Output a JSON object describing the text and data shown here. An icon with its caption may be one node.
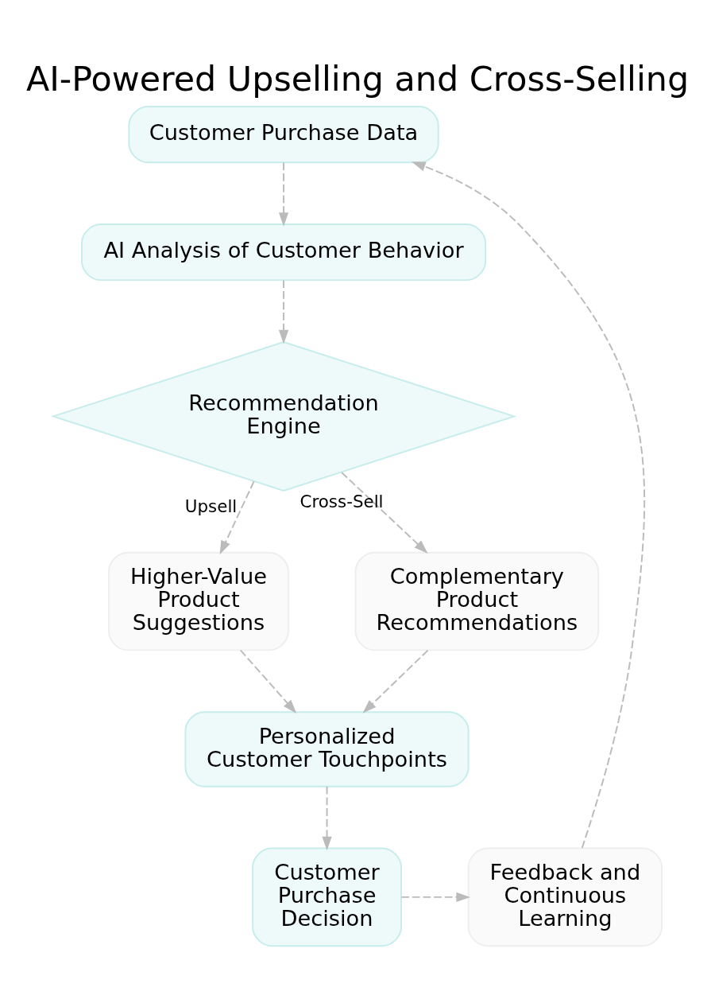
{
  "diagram": {
    "title": "AI-Powered Upselling and Cross-Selling",
    "nodes": [
      {
        "text": [
          "Customer Purchase Data"
        ]
      },
      {
        "text": [
          "AI Analysis of Customer Behavior"
        ]
      },
      {
        "text": [
          "Recommendation Engine"
        ]
      },
      {
        "text": [
          "Higher-Value Product Suggestions"
        ]
      },
      {
        "text": [
          "Complementary Product Recommendations"
        ]
      },
      {
        "text": [
          "Personalized Customer Touchpoints"
        ]
      },
      {
        "text": [
          "Customer Purchase Decision"
        ]
      },
      {
        "text": [
          "Feedback and Continuous Learning"
        ]
      }
    ],
    "edges": [
      {
        "from": 0,
        "to": 1,
        "arrow": "to",
        "style": "dashed"
      },
      {
        "from": 1,
        "to": 2,
        "arrow": "to",
        "style": "dashed"
      },
      {
        "from": 2,
        "to": 3,
        "arrow": "to",
        "style": "dashed",
        "label": "Upsell"
      },
      {
        "from": 2,
        "to": 4,
        "arrow": "to",
        "style": "dashed",
        "label": "Cross-Sell"
      },
      {
        "from": 3,
        "to": 5,
        "arrow": "to",
        "style": "dashed"
      },
      {
        "from": 4,
        "to": 5,
        "arrow": "to",
        "style": "dashed"
      },
      {
        "from": 5,
        "to": 6,
        "arrow": "to",
        "style": "dashed"
      },
      {
        "from": 6,
        "to": 7,
        "arrow": "to",
        "style": "dashed"
      },
      {
        "from": 7,
        "to": 0,
        "arrow": "to",
        "style": "dashed"
      }
    ]
  }
}
